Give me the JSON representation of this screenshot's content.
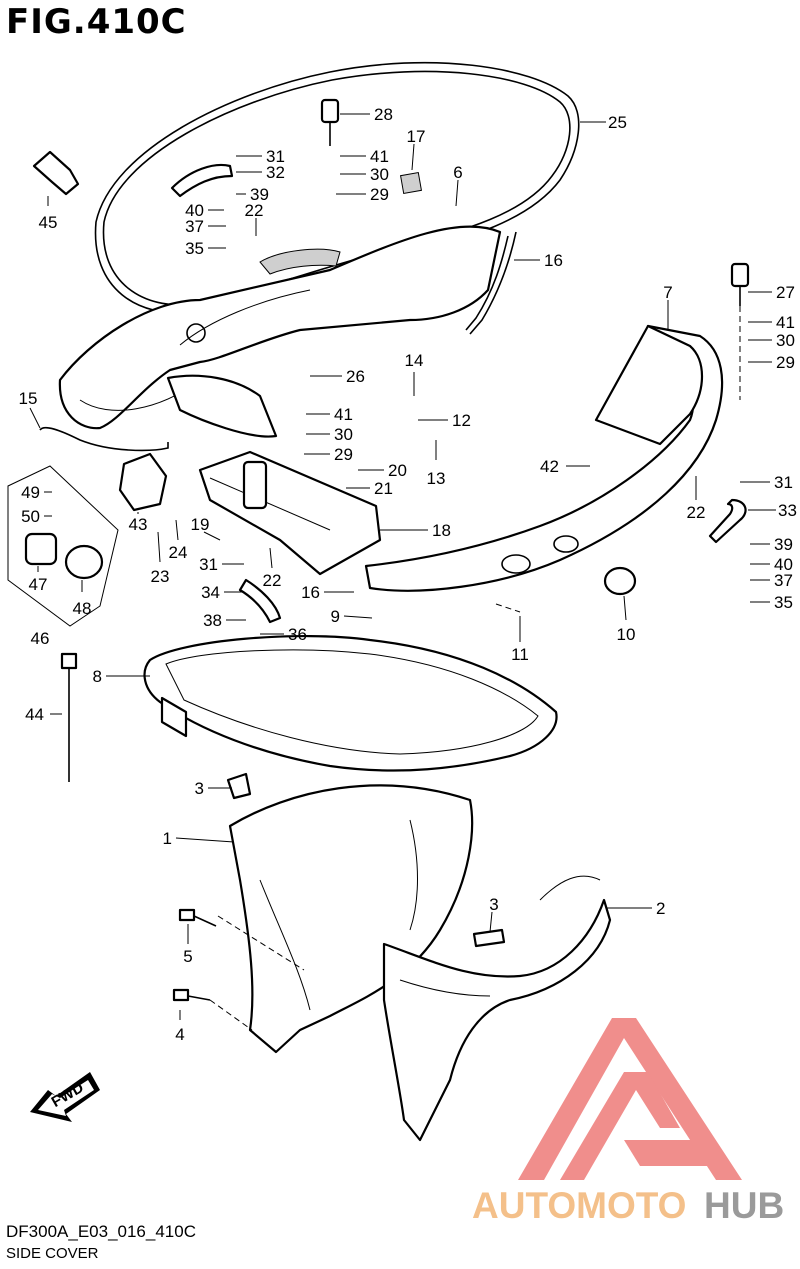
{
  "figure_title": "FIG.410C",
  "footer": {
    "code": "DF300A_E03_016_410C",
    "name": "SIDE COVER"
  },
  "fwd_arrow_text": "FWD",
  "watermark": {
    "part1": "AUTOMOTO",
    "part2": "HUB",
    "color1": "#f4c08a",
    "color2": "#9a9a9a",
    "logo_color": "#ee7b78"
  },
  "callouts": [
    "1",
    "2",
    "3",
    "3",
    "4",
    "5",
    "6",
    "7",
    "8",
    "9",
    "10",
    "11",
    "12",
    "13",
    "14",
    "15",
    "16",
    "16",
    "17",
    "18",
    "19",
    "20",
    "21",
    "22",
    "22",
    "22",
    "23",
    "24",
    "25",
    "26",
    "27",
    "28",
    "29",
    "29",
    "29",
    "30",
    "30",
    "30",
    "31",
    "31",
    "31",
    "32",
    "33",
    "34",
    "35",
    "35",
    "36",
    "37",
    "37",
    "38",
    "39",
    "39",
    "40",
    "40",
    "41",
    "41",
    "41",
    "42",
    "43",
    "44",
    "45",
    "46",
    "47",
    "48",
    "49",
    "50"
  ]
}
